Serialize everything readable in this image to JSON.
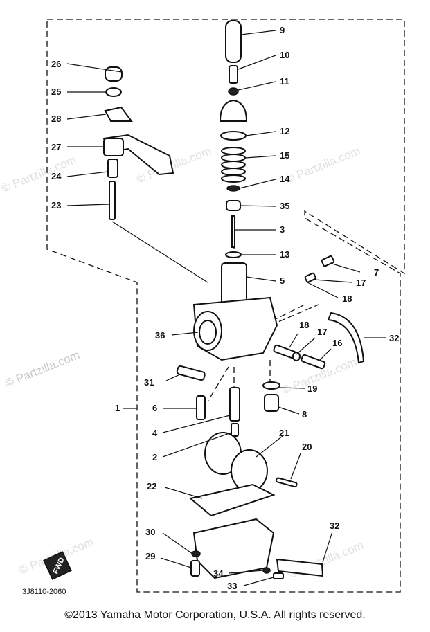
{
  "watermark": "© Partzilla.com",
  "fwd_label": "FWD",
  "reference_code": "3J8110-2060",
  "copyright": "©2013  Yamaha Motor Corporation, U.S.A. All rights reserved.",
  "callouts": [
    "9",
    "10",
    "11",
    "12",
    "15",
    "14",
    "35",
    "3",
    "13",
    "5",
    "7",
    "17",
    "18",
    "32",
    "18",
    "17",
    "16",
    "19",
    "8",
    "21",
    "20",
    "32",
    "26",
    "25",
    "28",
    "27",
    "24",
    "23",
    "36",
    "31",
    "1",
    "6",
    "4",
    "2",
    "22",
    "30",
    "29",
    "34",
    "33"
  ]
}
